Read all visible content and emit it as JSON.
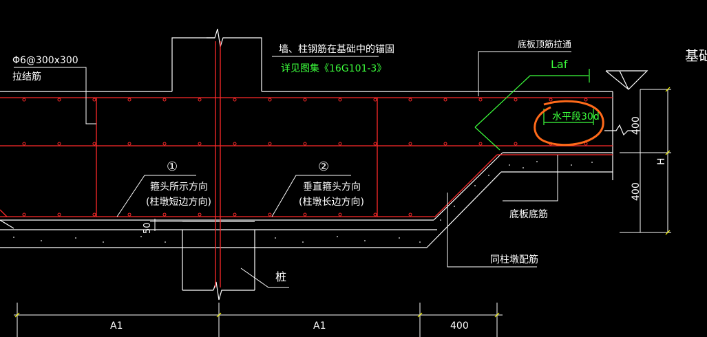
{
  "labels": {
    "tie_spec": "Φ6@300x300",
    "tie_name": "拉结筋",
    "anchor_note": "墙、柱钢筋在基础中的锚固",
    "atlas_ref": "详见图集《16G101-3》",
    "slab_top_rebar": "底板顶筋拉通",
    "laf": "Laf",
    "foundation": "基础",
    "horizontal_30d": "水平段30d",
    "dim_400_top": "400",
    "dim_h": "H",
    "dim_400_bottom": "400",
    "slab_bottom_rebar": "底板底筋",
    "same_as_pier": "同柱墩配筋",
    "pile": "桩",
    "dim_50": "50",
    "circle_1": "①",
    "dir1_line1": "箍头所示方向",
    "dir1_line2": "(柱墩短边方向)",
    "circle_2": "②",
    "dir2_line1": "垂直箍头方向",
    "dir2_line2": "(柱墩长边方向)",
    "dim_a1_left": "A1",
    "dim_a1_right": "A1",
    "dim_400_h": "400"
  },
  "colors": {
    "background": "#000000",
    "line": "#ffffff",
    "rebar": "#ff2a2a",
    "note": "#3cff3c",
    "highlight": "#ff6a1a",
    "dimension": "#ffff00"
  }
}
